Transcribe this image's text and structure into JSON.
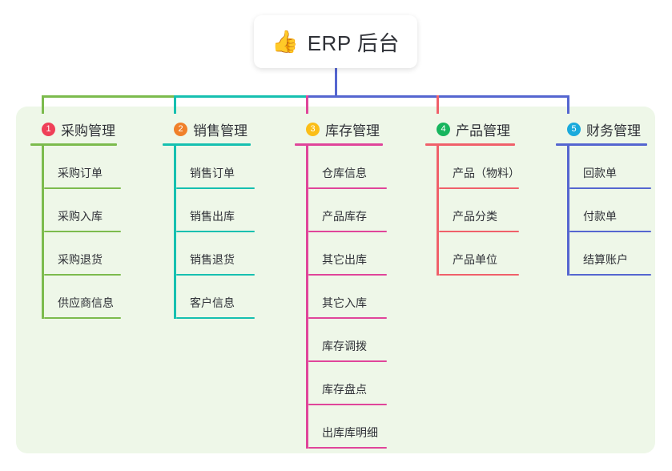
{
  "diagram": {
    "title": "ERP 后台",
    "root": {
      "icon": "thumbs-up-icon",
      "emoji": "👍",
      "label": "ERP 后台"
    },
    "panel_color": "#eef7e8",
    "branches": [
      {
        "number": "1",
        "label": "采购管理",
        "badge_color": "#ef4058",
        "line_color": "#7cbb4d",
        "connector_color": "#7cbb4d",
        "items": [
          "采购订单",
          "采购入库",
          "采购退货",
          "供应商信息"
        ]
      },
      {
        "number": "2",
        "label": "销售管理",
        "badge_color": "#f0802a",
        "line_color": "#16c0b0",
        "connector_color": "#16c0b0",
        "items": [
          "销售订单",
          "销售出库",
          "销售退货",
          "客户信息"
        ]
      },
      {
        "number": "3",
        "label": "库存管理",
        "badge_color": "#fbbe18",
        "line_color": "#e0459a",
        "connector_color": "#e0459a",
        "items": [
          "仓库信息",
          "产品库存",
          "其它出库",
          "其它入库",
          "库存调拨",
          "库存盘点",
          "出库库明细"
        ]
      },
      {
        "number": "4",
        "label": "产品管理",
        "badge_color": "#17b55e",
        "line_color": "#f0606a",
        "connector_color": "#f0606a",
        "items": [
          "产品（物料）",
          "产品分类",
          "产品单位"
        ]
      },
      {
        "number": "5",
        "label": "财务管理",
        "badge_color": "#1aaadc",
        "line_color": "#5566d0",
        "connector_color": "#5566d0",
        "items": [
          "回款单",
          "付款单",
          "结算账户"
        ]
      }
    ]
  }
}
